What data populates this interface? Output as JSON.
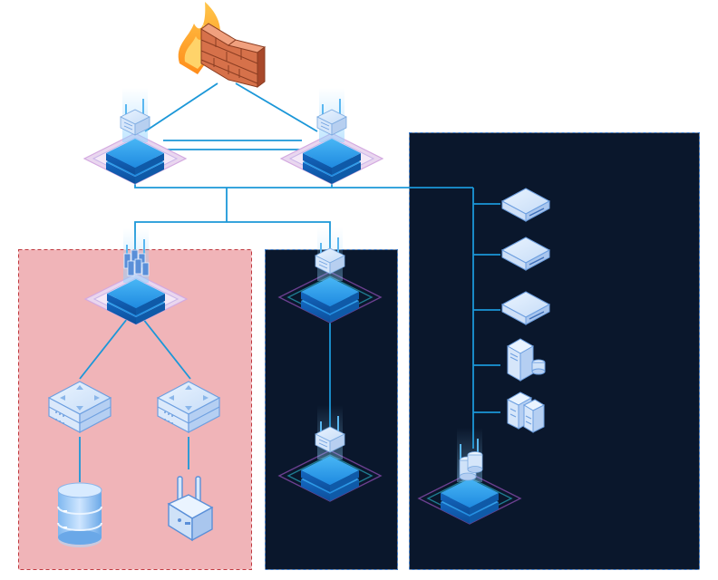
{
  "diagram": {
    "colors": {
      "background": "#ffffff",
      "zone_red_fill": "#f0b4b8",
      "zone_red_border": "#c0393f",
      "zone_dark_fill": "#0a172c",
      "zone_dark_border": "#3a79c9",
      "link": "#1b97d8",
      "node_blue": "#1e88e5",
      "glow": "#8fd3ff"
    },
    "zones": [
      {
        "id": "zone-red",
        "style": "red"
      },
      {
        "id": "zone-dark-middle",
        "style": "dark"
      },
      {
        "id": "zone-dark-right",
        "style": "dark"
      }
    ],
    "nodes": [
      {
        "id": "firewall",
        "icon": "firewall-icon"
      },
      {
        "id": "core-switch-left",
        "icon": "core-switch-icon"
      },
      {
        "id": "core-switch-right",
        "icon": "core-switch-icon"
      },
      {
        "id": "agg-switch-red",
        "icon": "server-cluster-switch-icon"
      },
      {
        "id": "router-left",
        "icon": "router-icon"
      },
      {
        "id": "router-right",
        "icon": "router-icon"
      },
      {
        "id": "database",
        "icon": "database-icon"
      },
      {
        "id": "wireless-ap",
        "icon": "wireless-router-icon"
      },
      {
        "id": "agg-switch-middle",
        "icon": "switch-icon"
      },
      {
        "id": "access-switch-middle",
        "icon": "switch-icon"
      },
      {
        "id": "rack-server-1",
        "icon": "rack-server-icon"
      },
      {
        "id": "rack-server-2",
        "icon": "rack-server-icon"
      },
      {
        "id": "rack-server-3",
        "icon": "rack-server-icon"
      },
      {
        "id": "tower-server-db",
        "icon": "tower-server-database-icon"
      },
      {
        "id": "blade-servers",
        "icon": "blade-server-icon"
      },
      {
        "id": "storage-node",
        "icon": "storage-icon"
      }
    ]
  }
}
